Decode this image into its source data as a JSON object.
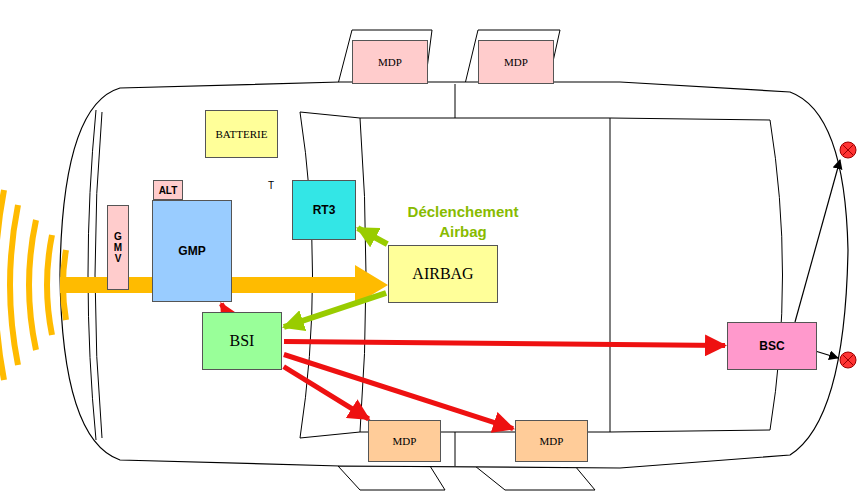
{
  "diagram": {
    "nodes": [
      {
        "text": [
          "MDP"
        ]
      },
      {
        "text": [
          "MDP"
        ]
      },
      {
        "text": [
          "BATTERIE"
        ]
      },
      {
        "text": [
          "ALT"
        ]
      },
      {
        "text": [
          "GMV"
        ]
      },
      {
        "text": [
          "GMP"
        ]
      },
      {
        "text": [
          "RT3"
        ]
      },
      {
        "text": [
          "AIRBAG"
        ]
      },
      {
        "text": [
          "BSI"
        ]
      },
      {
        "text": [
          "BSC"
        ]
      },
      {
        "text": [
          "MDP"
        ]
      },
      {
        "text": [
          "MDP"
        ]
      }
    ],
    "edges": [
      {
        "from": 7,
        "to": 6,
        "arrow": "to"
      },
      {
        "from": 7,
        "to": 8,
        "arrow": "to"
      },
      {
        "from": 8,
        "to": 5,
        "arrow": "to"
      },
      {
        "from": 8,
        "to": 9,
        "arrow": "to"
      },
      {
        "from": 8,
        "to": 10,
        "arrow": "to"
      },
      {
        "from": 8,
        "to": 11,
        "arrow": "to"
      }
    ],
    "labels": [
      "Déclenchement Airbag",
      "T"
    ]
  }
}
